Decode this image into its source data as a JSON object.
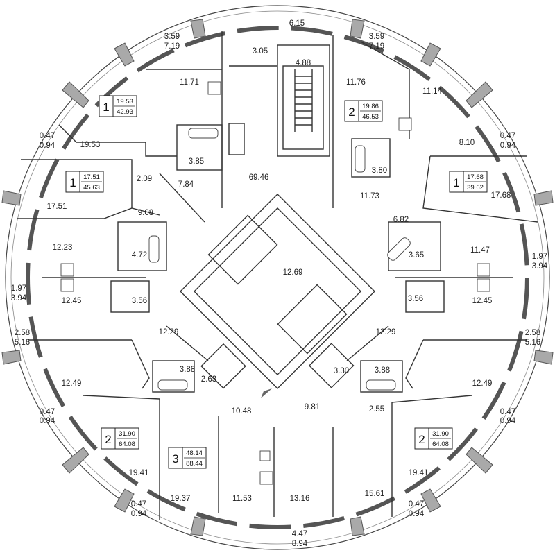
{
  "balconies": [
    {
      "id": "b1",
      "top": "3.59",
      "bottom": "7.19"
    },
    {
      "id": "b2",
      "top": "3.59",
      "bottom": "7.19"
    },
    {
      "id": "b3",
      "top": "0.47",
      "bottom": "0.94"
    },
    {
      "id": "b4",
      "top": "0.47",
      "bottom": "0.94"
    },
    {
      "id": "b5",
      "top": "1.97",
      "bottom": "3.94"
    },
    {
      "id": "b6",
      "top": "1.97",
      "bottom": "3.94"
    },
    {
      "id": "b7",
      "top": "2.58",
      "bottom": "5.16"
    },
    {
      "id": "b8",
      "top": "2.58",
      "bottom": "5.16"
    },
    {
      "id": "b9",
      "top": "0.47",
      "bottom": "0.94"
    },
    {
      "id": "b10",
      "top": "0.47",
      "bottom": "0.94"
    },
    {
      "id": "b11",
      "top": "0.47",
      "bottom": "0.94"
    },
    {
      "id": "b12",
      "top": "0.47",
      "bottom": "0.94"
    },
    {
      "id": "b13",
      "top": "4.47",
      "bottom": "8.94"
    }
  ],
  "apartments": [
    {
      "id": "a1",
      "rooms": "1",
      "living": "19.53",
      "total": "42.93"
    },
    {
      "id": "a2",
      "rooms": "2",
      "living": "19.86",
      "total": "46.53"
    },
    {
      "id": "a3",
      "rooms": "1",
      "living": "17.51",
      "total": "45.63"
    },
    {
      "id": "a4",
      "rooms": "1",
      "living": "17.68",
      "total": "39.62"
    },
    {
      "id": "a5",
      "rooms": "2",
      "living": "31.90",
      "total": "64.08"
    },
    {
      "id": "a6",
      "rooms": "3",
      "living": "48.14",
      "total": "88.44"
    },
    {
      "id": "a7",
      "rooms": "2",
      "living": "31.90",
      "total": "64.08"
    }
  ],
  "rooms": [
    {
      "id": "r-6-15",
      "value": "6.15"
    },
    {
      "id": "r-3-05",
      "value": "3.05"
    },
    {
      "id": "r-4-88",
      "value": "4.88"
    },
    {
      "id": "r-11-71",
      "value": "11.71"
    },
    {
      "id": "r-11-76",
      "value": "11.76"
    },
    {
      "id": "r-11-14",
      "value": "11.14"
    },
    {
      "id": "r-19-53",
      "value": "19.53"
    },
    {
      "id": "r-8-10",
      "value": "8.10"
    },
    {
      "id": "r-3-85",
      "value": "3.85"
    },
    {
      "id": "r-3-80",
      "value": "3.80"
    },
    {
      "id": "r-2-09",
      "value": "2.09"
    },
    {
      "id": "r-7-84",
      "value": "7.84"
    },
    {
      "id": "r-69-46",
      "value": "69.46"
    },
    {
      "id": "r-11-73",
      "value": "11.73"
    },
    {
      "id": "r-17-51",
      "value": "17.51"
    },
    {
      "id": "r-17-68",
      "value": "17.68"
    },
    {
      "id": "r-9-08",
      "value": "9.08"
    },
    {
      "id": "r-6-82",
      "value": "6.82"
    },
    {
      "id": "r-12-23",
      "value": "12.23"
    },
    {
      "id": "r-4-72",
      "value": "4.72"
    },
    {
      "id": "r-3-65",
      "value": "3.65"
    },
    {
      "id": "r-11-47",
      "value": "11.47"
    },
    {
      "id": "r-12-69",
      "value": "12.69"
    },
    {
      "id": "r-12-45-l",
      "value": "12.45"
    },
    {
      "id": "r-3-56-l",
      "value": "3.56"
    },
    {
      "id": "r-3-56-r",
      "value": "3.56"
    },
    {
      "id": "r-12-45-r",
      "value": "12.45"
    },
    {
      "id": "r-12-29-l",
      "value": "12.29"
    },
    {
      "id": "r-12-29-r",
      "value": "12.29"
    },
    {
      "id": "r-3-88-l",
      "value": "3.88"
    },
    {
      "id": "r-2-63",
      "value": "2.63"
    },
    {
      "id": "r-3-30",
      "value": "3.30"
    },
    {
      "id": "r-3-88-r",
      "value": "3.88"
    },
    {
      "id": "r-12-49-l",
      "value": "12.49"
    },
    {
      "id": "r-12-49-r",
      "value": "12.49"
    },
    {
      "id": "r-10-48",
      "value": "10.48"
    },
    {
      "id": "r-9-81",
      "value": "9.81"
    },
    {
      "id": "r-2-55",
      "value": "2.55"
    },
    {
      "id": "r-19-41-l",
      "value": "19.41"
    },
    {
      "id": "r-19-41-r",
      "value": "19.41"
    },
    {
      "id": "r-19-37",
      "value": "19.37"
    },
    {
      "id": "r-11-53",
      "value": "11.53"
    },
    {
      "id": "r-13-16",
      "value": "13.16"
    },
    {
      "id": "r-15-61",
      "value": "15.61"
    }
  ]
}
